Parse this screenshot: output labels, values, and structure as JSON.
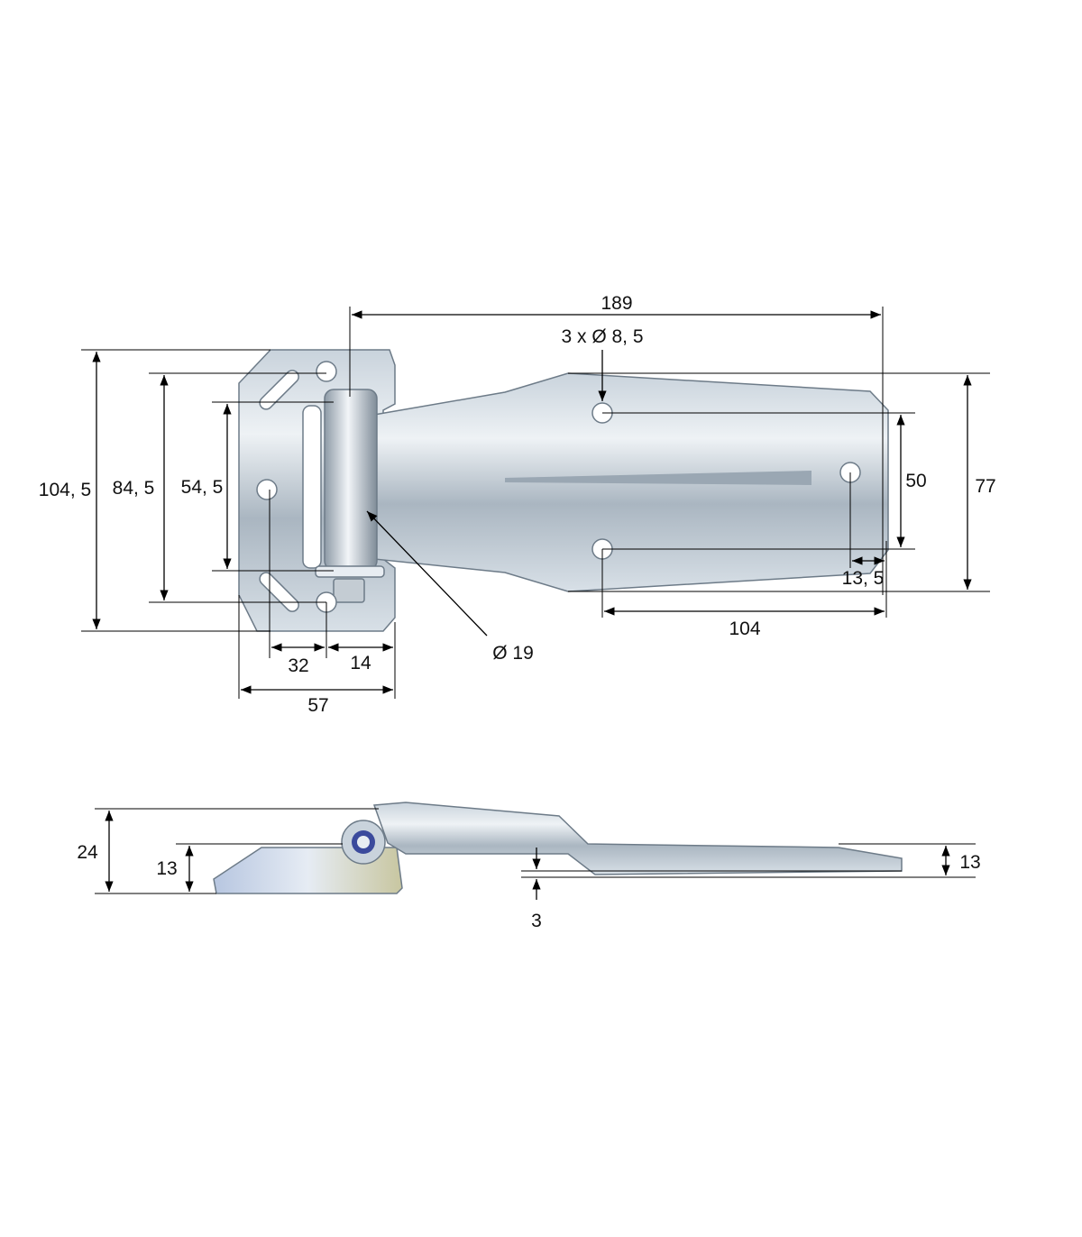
{
  "title": "Hinge technical drawing",
  "top_view": {
    "overall_length": "189",
    "holes": "3 x Ø 8, 5",
    "plate_height": "104, 5",
    "plate_hole_spacing": "84, 5",
    "pin_length": "54, 5",
    "leaf_hole_spacing": "50",
    "leaf_width": "77",
    "hole_edge_offset": "13, 5",
    "leaf_hole_distance": "104",
    "pin_diameter": "Ø 19",
    "plate_hole_to_pin": "32",
    "pin_to_edge": "14",
    "plate_width": "57"
  },
  "side_view": {
    "total_height": "24",
    "plate_offset": "13",
    "leaf_offset": "13",
    "thickness": "3"
  },
  "colors": {
    "metal_light": "#dfe6ec",
    "metal_dark": "#8d9aa6",
    "line": "#000000"
  }
}
